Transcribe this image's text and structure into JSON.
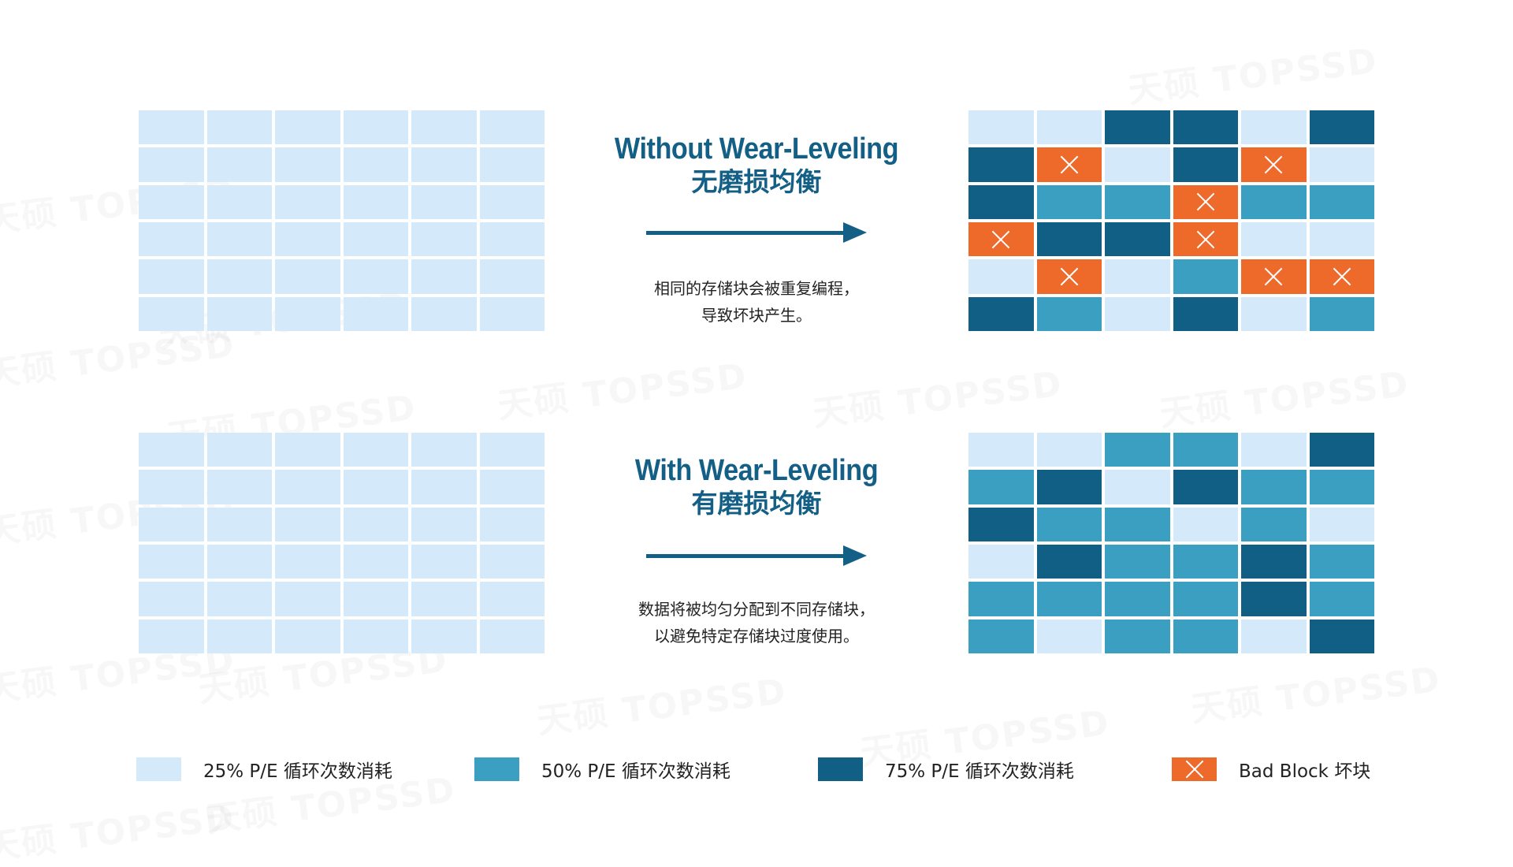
{
  "watermark": "天硕 TOPSSD",
  "colors": {
    "c25": "#d4e9fa",
    "c50": "#3a9fc0",
    "c75": "#125f85",
    "bad": "#ee6a2b",
    "accent": "#135f85"
  },
  "without": {
    "title_en": "Without Wear-Leveling",
    "title_zh": "无磨损均衡",
    "desc_line1": "相同的存储块会被重复编程，",
    "desc_line2": "导致坏块产生。",
    "before_grid": [
      [
        "25",
        "25",
        "25",
        "25",
        "25",
        "25"
      ],
      [
        "25",
        "25",
        "25",
        "25",
        "25",
        "25"
      ],
      [
        "25",
        "25",
        "25",
        "25",
        "25",
        "25"
      ],
      [
        "25",
        "25",
        "25",
        "25",
        "25",
        "25"
      ],
      [
        "25",
        "25",
        "25",
        "25",
        "25",
        "25"
      ],
      [
        "25",
        "25",
        "25",
        "25",
        "25",
        "25"
      ]
    ],
    "after_grid": [
      [
        "25",
        "25",
        "75",
        "75",
        "25",
        "75"
      ],
      [
        "75",
        "bad",
        "25",
        "75",
        "bad",
        "25"
      ],
      [
        "75",
        "50",
        "50",
        "bad",
        "50",
        "50"
      ],
      [
        "bad",
        "75",
        "75",
        "bad",
        "25",
        "25"
      ],
      [
        "25",
        "bad",
        "25",
        "50",
        "bad",
        "bad"
      ],
      [
        "75",
        "50",
        "25",
        "75",
        "25",
        "50"
      ]
    ]
  },
  "with": {
    "title_en": "With Wear-Leveling",
    "title_zh": "有磨损均衡",
    "desc_line1": "数据将被均匀分配到不同存储块，",
    "desc_line2": "以避免特定存储块过度使用。",
    "before_grid": [
      [
        "25",
        "25",
        "25",
        "25",
        "25",
        "25"
      ],
      [
        "25",
        "25",
        "25",
        "25",
        "25",
        "25"
      ],
      [
        "25",
        "25",
        "25",
        "25",
        "25",
        "25"
      ],
      [
        "25",
        "25",
        "25",
        "25",
        "25",
        "25"
      ],
      [
        "25",
        "25",
        "25",
        "25",
        "25",
        "25"
      ],
      [
        "25",
        "25",
        "25",
        "25",
        "25",
        "25"
      ]
    ],
    "after_grid": [
      [
        "25",
        "25",
        "50",
        "50",
        "25",
        "75"
      ],
      [
        "50",
        "75",
        "25",
        "75",
        "50",
        "50"
      ],
      [
        "75",
        "50",
        "50",
        "25",
        "50",
        "25"
      ],
      [
        "25",
        "75",
        "50",
        "50",
        "75",
        "50"
      ],
      [
        "50",
        "50",
        "50",
        "50",
        "75",
        "50"
      ],
      [
        "50",
        "25",
        "50",
        "50",
        "25",
        "75"
      ]
    ]
  },
  "legend": {
    "c25_label": "25% P/E 循环次数消耗",
    "c50_label": "50% P/E 循环次数消耗",
    "c75_label": "75% P/E 循环次数消耗",
    "bad_label": "Bad Block 坏块"
  }
}
